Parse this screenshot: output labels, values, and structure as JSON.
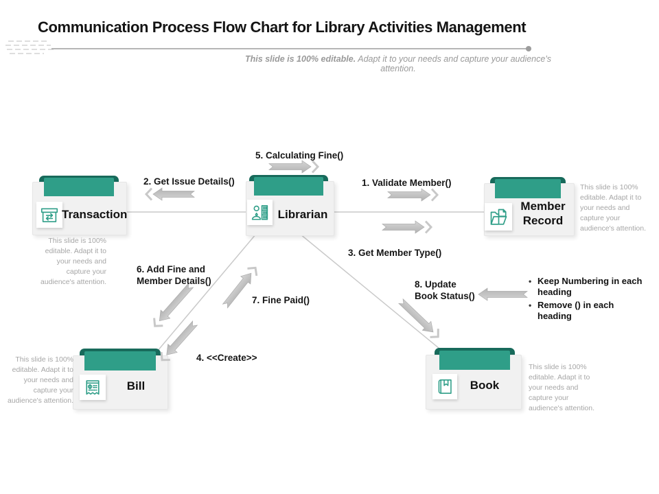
{
  "header": {
    "title": "Communication Process Flow Chart for Library Activities Management",
    "subtitle_bold": "This slide is 100% editable.",
    "subtitle_rest": " Adapt it to your needs and capture your audience's attention."
  },
  "colors": {
    "teal": "#2F9E88",
    "teal_dark": "#186A5B",
    "arrow_gray": "#C3C3C3",
    "line_gray": "#C9C9C9",
    "note_gray": "#A6A6A6"
  },
  "nodes": {
    "transaction": {
      "label": "Transaction",
      "icon": "transaction-icon",
      "note": "This slide is 100% editable.  Adapt it to your needs and capture your audience's attention."
    },
    "librarian": {
      "label": "Librarian",
      "icon": "librarian-icon"
    },
    "member_record": {
      "label": "Member Record",
      "icon": "member-record-icon",
      "note": "This slide is 100% editable.  Adapt it to your needs and capture your audience's attention."
    },
    "bill": {
      "label": "Bill",
      "icon": "bill-icon",
      "note": "This slide is 100% editable.  Adapt it to your needs and capture your audience's attention."
    },
    "book": {
      "label": "Book",
      "icon": "book-icon",
      "note": "This slide is 100% editable.  Adapt it to your needs and capture your audience's attention."
    }
  },
  "messages": {
    "m1": "1. Validate Member()",
    "m2": "2. Get Issue Details()",
    "m3": "3. Get Member Type()",
    "m4": "4. <<Create>>",
    "m5": "5. Calculating Fine()",
    "m6": "6. Add Fine and Member Details()",
    "m7": "7. Fine Paid()",
    "m8": "8. Update Book Status()"
  },
  "annotations": {
    "bullets": [
      "Keep Numbering in each heading",
      "Remove () in each heading"
    ]
  }
}
